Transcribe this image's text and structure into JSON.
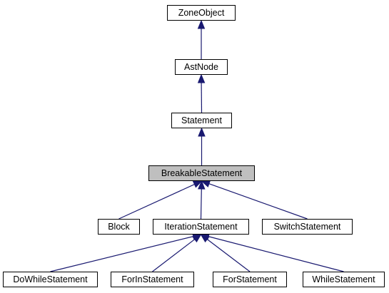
{
  "diagram": {
    "nodes": [
      {
        "id": "ZoneObject",
        "label": "ZoneObject",
        "highlight": false
      },
      {
        "id": "AstNode",
        "label": "AstNode",
        "highlight": false
      },
      {
        "id": "Statement",
        "label": "Statement",
        "highlight": false
      },
      {
        "id": "BreakableStatement",
        "label": "BreakableStatement",
        "highlight": true
      },
      {
        "id": "Block",
        "label": "Block",
        "highlight": false
      },
      {
        "id": "IterationStatement",
        "label": "IterationStatement",
        "highlight": false
      },
      {
        "id": "SwitchStatement",
        "label": "SwitchStatement",
        "highlight": false
      },
      {
        "id": "DoWhileStatement",
        "label": "DoWhileStatement",
        "highlight": false
      },
      {
        "id": "ForInStatement",
        "label": "ForInStatement",
        "highlight": false
      },
      {
        "id": "ForStatement",
        "label": "ForStatement",
        "highlight": false
      },
      {
        "id": "WhileStatement",
        "label": "WhileStatement",
        "highlight": false
      }
    ],
    "edges": [
      {
        "from": "AstNode",
        "to": "ZoneObject"
      },
      {
        "from": "Statement",
        "to": "AstNode"
      },
      {
        "from": "BreakableStatement",
        "to": "Statement"
      },
      {
        "from": "Block",
        "to": "BreakableStatement"
      },
      {
        "from": "IterationStatement",
        "to": "BreakableStatement"
      },
      {
        "from": "SwitchStatement",
        "to": "BreakableStatement"
      },
      {
        "from": "DoWhileStatement",
        "to": "IterationStatement"
      },
      {
        "from": "ForInStatement",
        "to": "IterationStatement"
      },
      {
        "from": "ForStatement",
        "to": "IterationStatement"
      },
      {
        "from": "WhileStatement",
        "to": "IterationStatement"
      }
    ],
    "colors": {
      "edge": "#191970",
      "highlight_fill": "#bfbfbf",
      "node_fill": "#ffffff",
      "border": "#000000"
    }
  }
}
